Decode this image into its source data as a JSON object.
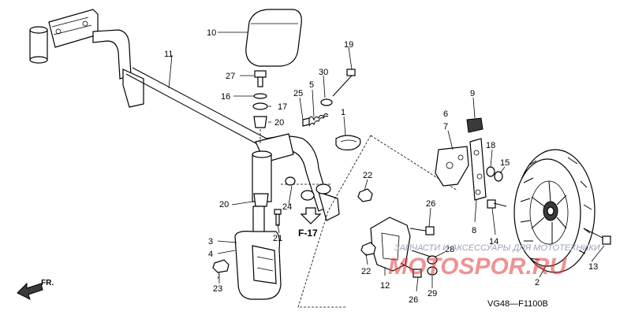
{
  "labels": {
    "p1": "1",
    "p2": "2",
    "p3": "3",
    "p4": "4",
    "p5": "5",
    "p6": "6",
    "p7": "7",
    "p8": "8",
    "p9": "9",
    "p10": "10",
    "p11": "11",
    "p12": "12",
    "p13": "13",
    "p14": "14",
    "p15": "15",
    "p16": "16",
    "p17": "17",
    "p18": "18",
    "p19": "19",
    "p20a": "20",
    "p20b": "20",
    "p21": "21",
    "p22a": "22",
    "p22b": "22",
    "p23": "23",
    "p24": "24",
    "p25": "25",
    "p26a": "26",
    "p26b": "26",
    "p27": "27",
    "p28": "28",
    "p29": "29",
    "p30": "30"
  },
  "reference": "F-17",
  "direction": "FR.",
  "diagram_code": "VG48—F1100B",
  "watermark": {
    "text": "ЗАПЧАСТИ И АКСЕССУАРЫ ДЛЯ МОТОТЕХНИКИ",
    "brand": "MOTOSPOR.RU"
  },
  "colors": {
    "ink": "#000000",
    "watermark_red": "#e23a3a",
    "watermark_grey": "#9aa3b5"
  }
}
